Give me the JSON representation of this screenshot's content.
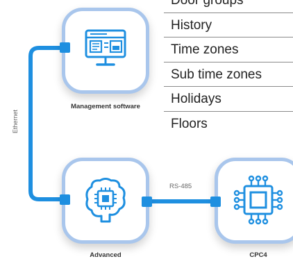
{
  "colors": {
    "accent_blue": "#1e8fe0",
    "card_border": "#a9c6ec",
    "divider": "#8a8a8a",
    "text_dark": "#222222",
    "text_muted": "#666666"
  },
  "menu": {
    "items": [
      "Door groups",
      "History",
      "Time zones",
      "Sub time zones",
      "Holidays",
      "Floors"
    ]
  },
  "nodes": {
    "management": {
      "caption": "Management software",
      "icon": "desktop-monitor-icon"
    },
    "advanced": {
      "caption": "Advanced",
      "icon": "chip-brain-icon"
    },
    "cpc": {
      "caption": "CPC4",
      "icon": "microchip-icon"
    }
  },
  "links": {
    "ethernet": {
      "label": "Ethernet"
    },
    "rs485": {
      "label": "RS-485"
    }
  }
}
